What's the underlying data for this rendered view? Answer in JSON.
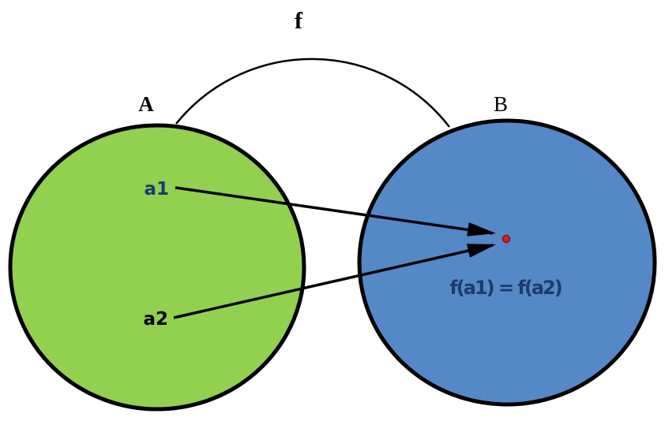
{
  "figure": {
    "function_label": "f",
    "set_a": {
      "label": "A",
      "fill": "#92D050",
      "element_a1": "a1",
      "element_a2": "a2"
    },
    "set_b": {
      "label": "B",
      "fill": "#5588C6",
      "equation": "f(a1) = f(a2)"
    },
    "colors": {
      "outline": "#000000",
      "navy_text": "#1E3A6E",
      "black_text": "#000000",
      "red_point_fill": "#D42020",
      "red_point_edge": "#8B1010"
    }
  }
}
